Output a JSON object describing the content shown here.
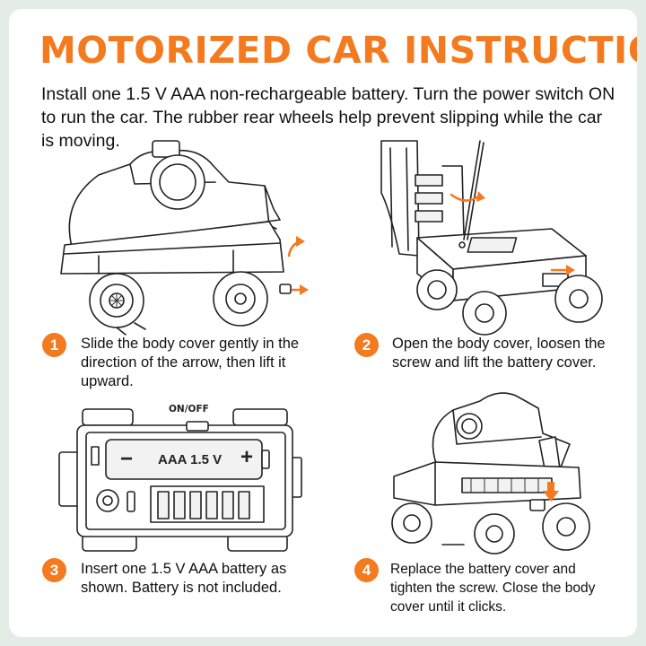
{
  "title": "MOTORIZED CAR INSTRUCTIONS",
  "intro": "Install one 1.5 V AAA non-rechargeable battery. Turn the power switch ON to run the car. The rubber rear wheels help prevent slipping while the car is moving.",
  "steps": [
    {
      "number": "1",
      "text": "Slide the body cover gently in the direction of the arrow, then lift it upward."
    },
    {
      "number": "2",
      "text": "Open the body cover, loosen the screw and lift the battery cover."
    },
    {
      "number": "3",
      "text": "Insert one 1.5 V AAA battery as shown. Battery is not included."
    },
    {
      "number": "4",
      "text": "Replace the battery cover and tighten the screw. Close the body cover until it clicks."
    }
  ],
  "battery_diagram": {
    "switch_label": "ON/OFF",
    "minus": "−",
    "battery_label": "AAA 1.5 V",
    "plus": "+"
  },
  "colors": {
    "accent": "#f47a20",
    "text": "#111111",
    "background": "#ffffff"
  }
}
